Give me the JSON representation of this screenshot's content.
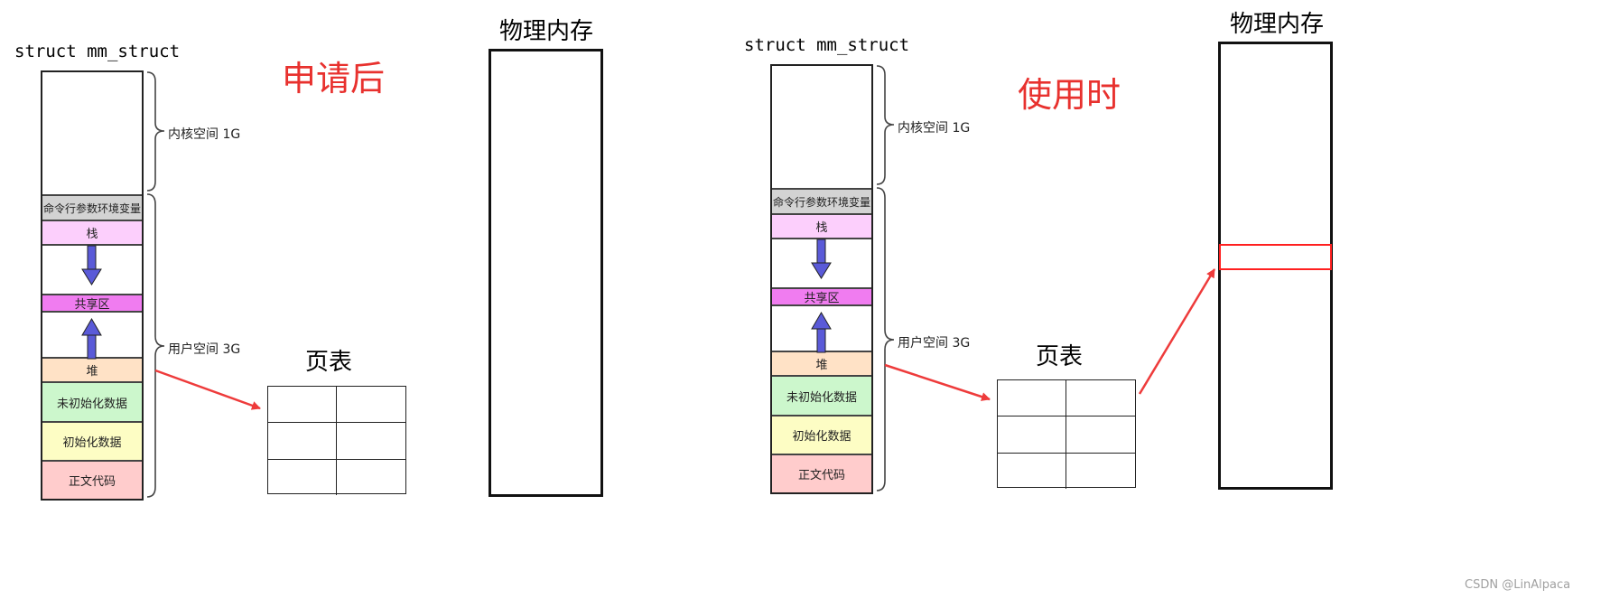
{
  "left": {
    "struct_label": "struct mm_struct",
    "state_title": "申请后",
    "physical_title": "物理内存",
    "page_table_title": "页表",
    "kernel_label": "内核空间 1G",
    "user_label": "用户空间 3G",
    "segments": {
      "cmdline_env": "命令行参数环境变量",
      "stack": "栈",
      "shared": "共享区",
      "heap": "堆",
      "bss": "未初始化数据",
      "data": "初始化数据",
      "text": "正文代码"
    }
  },
  "right": {
    "struct_label": "struct mm_struct",
    "state_title": "使用时",
    "physical_title": "物理内存",
    "page_table_title": "页表",
    "kernel_label": "内核空间 1G",
    "user_label": "用户空间 3G",
    "segments": {
      "cmdline_env": "命令行参数环境变量",
      "stack": "栈",
      "shared": "共享区",
      "heap": "堆",
      "bss": "未初始化数据",
      "data": "初始化数据",
      "text": "正文代码"
    }
  },
  "colors": {
    "cmdline_env": "#d3d3d3",
    "stack": "#fccffc",
    "shared": "#f07cf0",
    "heap": "#ffe2c6",
    "bss": "#ccf7cc",
    "data": "#fdfdc4",
    "text": "#ffcccc",
    "arrow_red": "#ee3b3b",
    "arrow_blue": "#5a5ad8",
    "mapped_block": "#ff2020"
  },
  "watermark": "CSDN @LinAlpaca"
}
